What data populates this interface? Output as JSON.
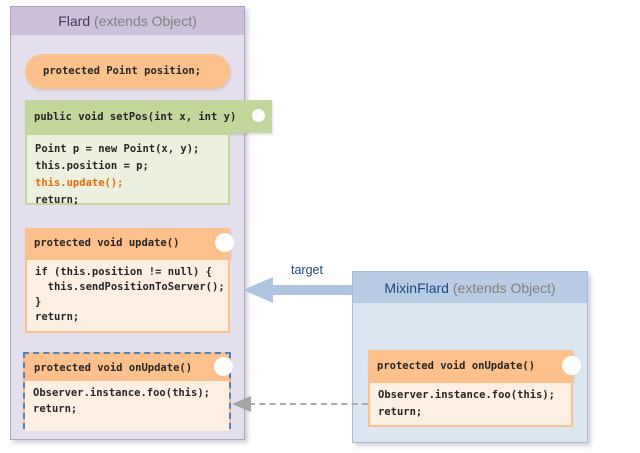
{
  "colors": {
    "orange_header": "#fbc08c",
    "orange_body": "#fdefe2",
    "green_header": "#c3d69b",
    "green_body": "#ebf1de",
    "purple_header": "#ccc0da",
    "purple_body": "#e4dfec",
    "purple_border": "#b2a2c7",
    "blue_header": "#b8cce4",
    "blue_body": "#dce6f1",
    "dark_blue_text": "#1f497d",
    "dark_purple_text": "#44365e",
    "gray_text": "#7f7f7f",
    "code_highlight_orange": "#e36c0a",
    "dashed_border_blue": "#4f81bd",
    "arrow_blue": "#aec4e0",
    "arrow_gray": "#a6a6a6"
  },
  "flard": {
    "title_name": "Flard",
    "title_suffix": " (extends Object)",
    "field": "protected Point position;",
    "setpos": {
      "signature": "public void setPos(int x, int y)",
      "lines": [
        "Point p = new Point(x, y);",
        "this.position = p;",
        "this.update();",
        "return;"
      ],
      "highlighted_line": "this.update();"
    },
    "update": {
      "signature": "protected void update()",
      "lines": [
        "if (this.position != null) {",
        "  this.sendPositionToServer();",
        "}",
        "return;"
      ]
    },
    "onupdate": {
      "signature": "protected void onUpdate()",
      "lines": [
        "Observer.instance.foo(this);",
        "return;"
      ]
    }
  },
  "mixin": {
    "title_name": "MixinFlard",
    "title_suffix": " (extends Object)",
    "onupdate": {
      "signature": "protected void onUpdate()",
      "lines": [
        "Observer.instance.foo(this);",
        "return;"
      ]
    }
  },
  "arrows": {
    "target_label": "target"
  }
}
